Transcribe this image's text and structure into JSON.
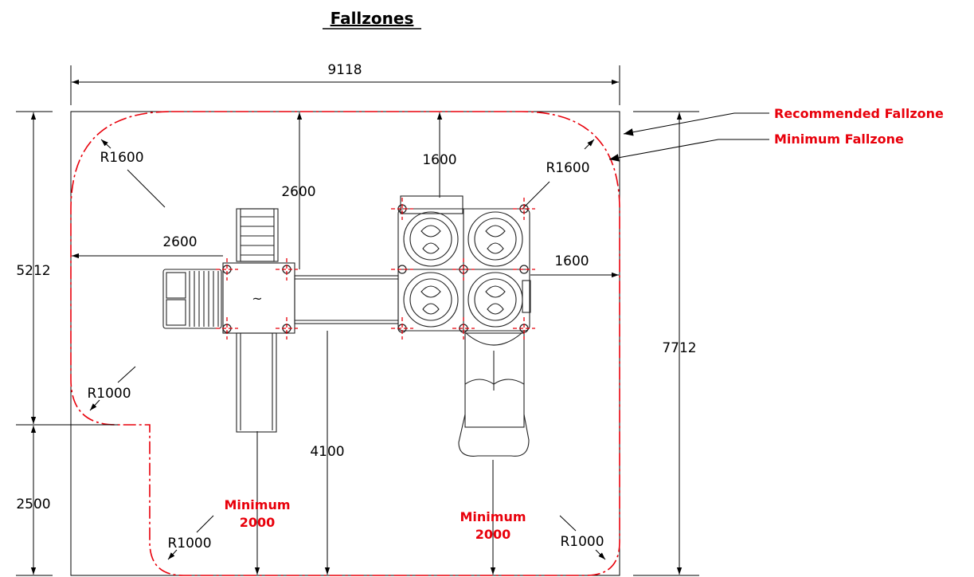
{
  "title": "Fallzones",
  "colors": {
    "fallzone_red": "#e8000b",
    "line_black": "#000000"
  },
  "legend": {
    "recommended": "Recommended Fallzone",
    "minimum": "Minimum Fallzone"
  },
  "dimensions": {
    "overall_width": "9118",
    "overall_height": "7712",
    "upper_height": "5212",
    "lower_height": "2500",
    "left_clearance": "2600",
    "top_clearance_left": "2600",
    "top_clearance_right": "1600",
    "right_clearance": "1600",
    "mid_clearance": "4100"
  },
  "radii": {
    "top_left": "R1600",
    "top_right": "R1600",
    "inner_corner": "R1000",
    "bottom_left": "R1000",
    "bottom_right": "R1000"
  },
  "minimum_notes": {
    "left": {
      "line1": "Minimum",
      "line2": "2000"
    },
    "right": {
      "line1": "Minimum",
      "line2": "2000"
    }
  }
}
